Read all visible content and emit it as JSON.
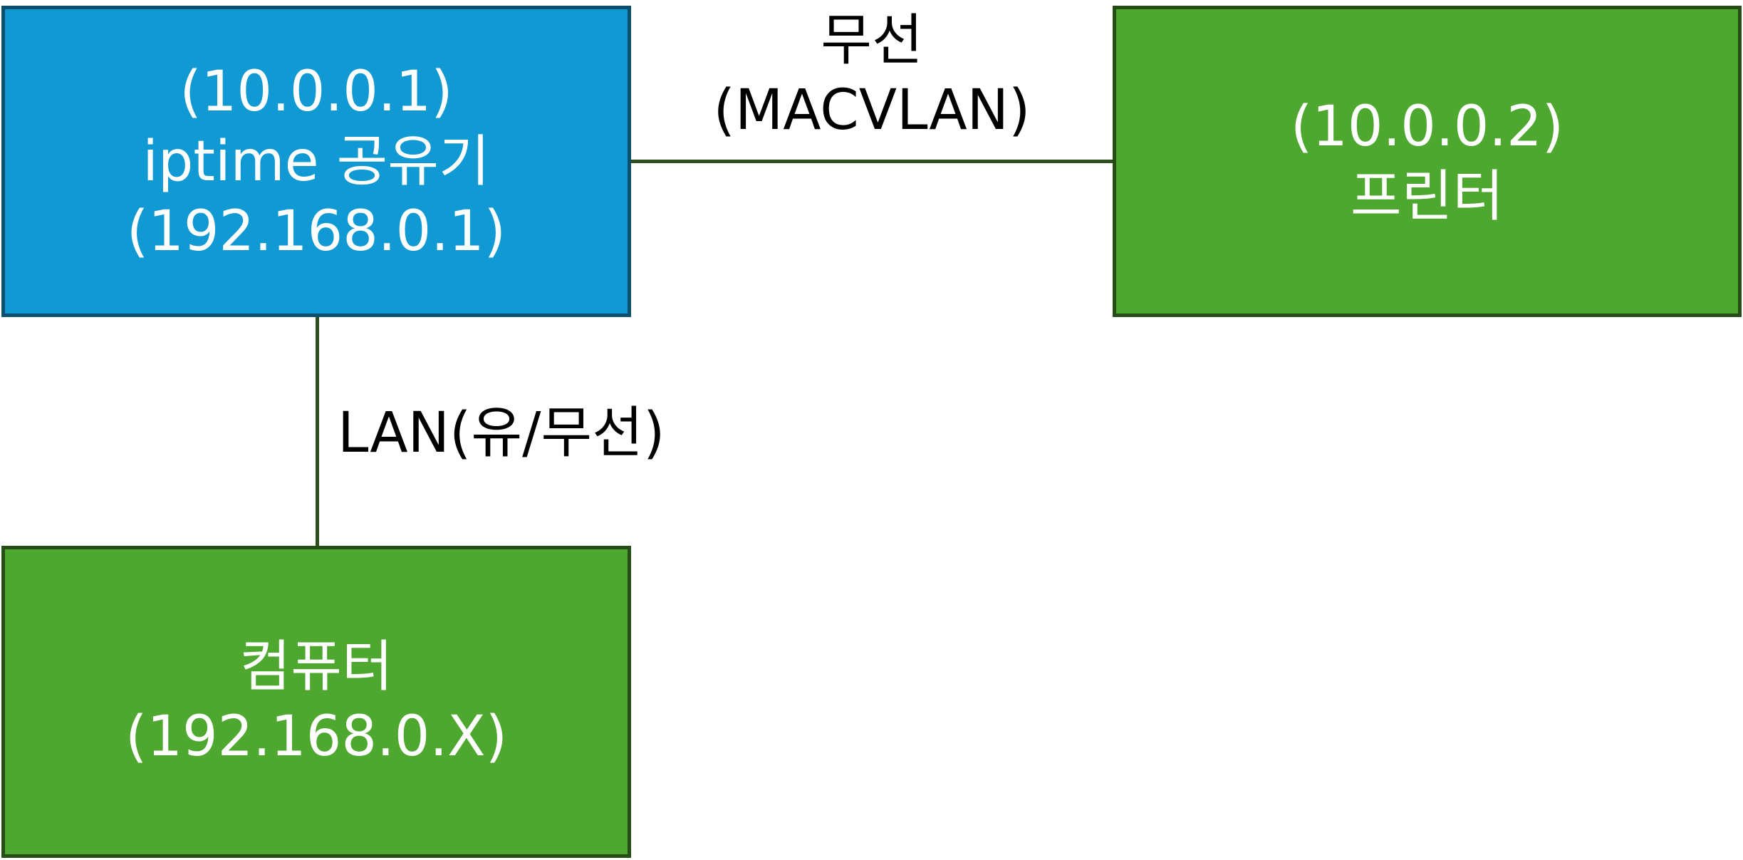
{
  "nodes": {
    "router": {
      "ip_upper": "(10.0.0.1)",
      "name": "iptime 공유기",
      "ip_lower": "(192.168.0.1)",
      "fill": "#1199d4"
    },
    "printer": {
      "ip": "(10.0.0.2)",
      "name": "프린터",
      "fill": "#4ea72e"
    },
    "computer": {
      "name": "컴퓨터",
      "ip": "(192.168.0.X)",
      "fill": "#4ea72e"
    }
  },
  "edges": {
    "router_printer": {
      "line1": "무선",
      "line2": "(MACVLAN)"
    },
    "router_computer": {
      "label": "LAN(유/무선)"
    }
  }
}
